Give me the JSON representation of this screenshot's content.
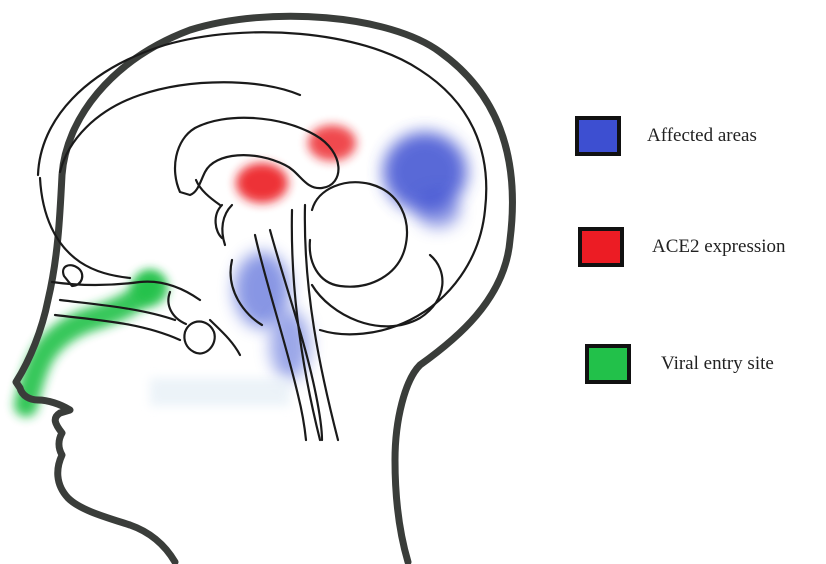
{
  "legend": {
    "items": [
      {
        "label": "Affected areas",
        "color": "#3d4fd1"
      },
      {
        "label": "ACE2 expression",
        "color": "#ec1c24"
      },
      {
        "label": "Viral entry site",
        "color": "#22c14a"
      }
    ]
  },
  "colors": {
    "outline": "#3a3d3a",
    "brain_line": "#1a1a1a"
  }
}
